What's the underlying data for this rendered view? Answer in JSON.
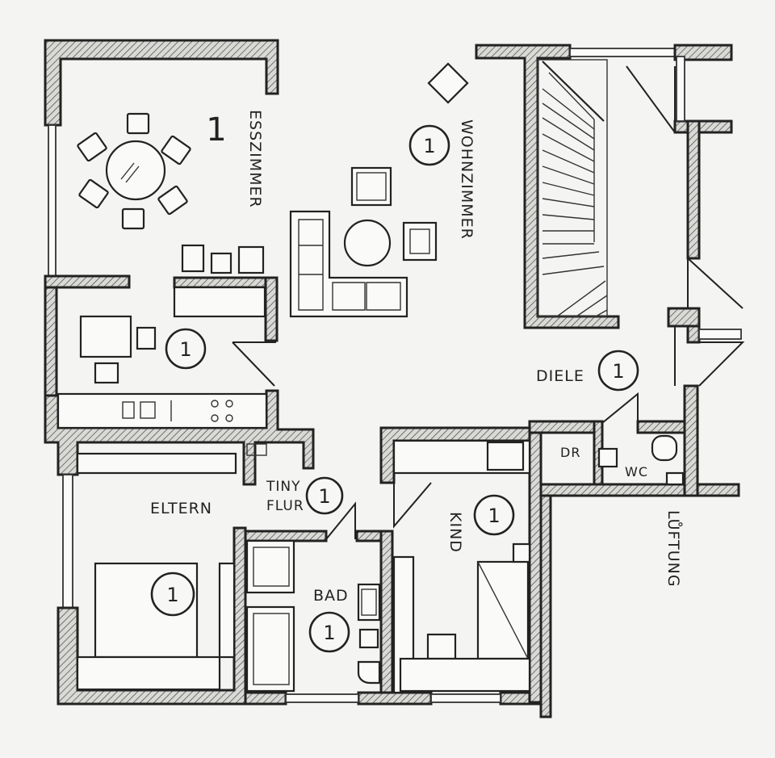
{
  "plan": {
    "room_labels": {
      "esszimmer": "ESSZIMMER",
      "wohnzimmer": "WOHNZIMMER",
      "diele": "DIELE",
      "dr": "DR",
      "wc": "WC",
      "lueftung": "LŮFTUNG",
      "eltern": "ELTERN",
      "tiny_line1": "TINY",
      "tiny_line2": "FLUR",
      "kind": "KIND",
      "bad": "BAD"
    },
    "level_number": "1",
    "marker": "1"
  }
}
